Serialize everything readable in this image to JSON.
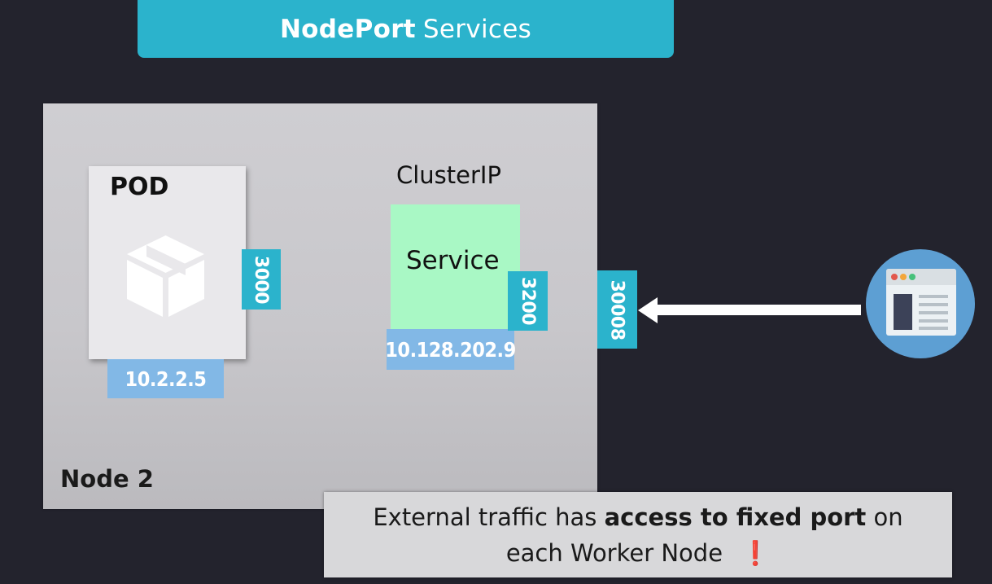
{
  "title": {
    "bold": "NodePort",
    "rest": "Services"
  },
  "node": {
    "label": "Node 2"
  },
  "pod": {
    "label": "POD",
    "ip": "10.2.2.5",
    "port": "3000",
    "icon": "cube-icon"
  },
  "service": {
    "type_label": "ClusterIP",
    "label": "Service",
    "ip": "10.128.202.9",
    "port": "3200"
  },
  "node_port": "30008",
  "client": {
    "icon": "browser-window-icon"
  },
  "callout": {
    "line1_prefix": "External traffic has ",
    "line1_bold": "access to fixed port",
    "line1_suffix": " on",
    "line2": "each Worker Node",
    "mark": "❗"
  },
  "colors": {
    "background": "#23232d",
    "teal": "#2bb3cc",
    "ip_tag": "#82b8e6",
    "service": "#a9f8c5",
    "node": "#cfced2",
    "browser_circle": "#5d9fd3",
    "alert": "#d0191f"
  }
}
